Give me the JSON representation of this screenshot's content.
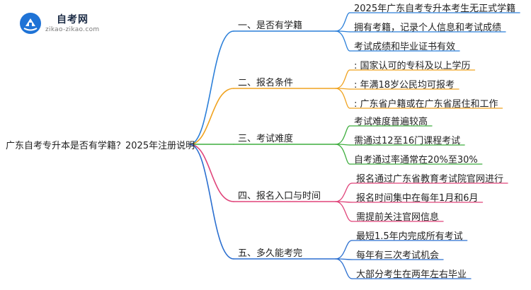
{
  "logo": {
    "name": "自考网",
    "url": "zikao-zikao.com"
  },
  "root": {
    "label": "广东自考专升本是否有学籍？2025年注册说明"
  },
  "branches": [
    {
      "label": "一、是否有学籍",
      "color": "#2b7fd9",
      "leaves": [
        "2025年广东自考专升本考生无正式学籍",
        "拥有考籍，记录个人信息和考试成绩",
        "考试成绩和毕业证书有效"
      ]
    },
    {
      "label": "二、报名条件",
      "color": "#f0a320",
      "leaves": [
        ": 国家认可的专科及以上学历",
        ": 年满18岁公民均可报考",
        ": 广东省户籍或在广东省居住和工作"
      ]
    },
    {
      "label": "三、考试难度",
      "color": "#3fae3f",
      "leaves": [
        "考试难度普遍较高",
        "需通过12至16门课程考试",
        "自考通过率通常在20%至30%"
      ]
    },
    {
      "label": "四、报名入口与时间",
      "color": "#e0447a",
      "leaves": [
        "报名通过广东省教育考试院官网进行",
        "报名时间集中在每年1月和6月",
        "需提前关注官网信息"
      ]
    },
    {
      "label": "五、多久能考完",
      "color": "#2b6fd0",
      "leaves": [
        "最短1.5年内完成所有考试",
        "每年有三次考试机会",
        "大部分考生在两年左右毕业"
      ]
    }
  ]
}
